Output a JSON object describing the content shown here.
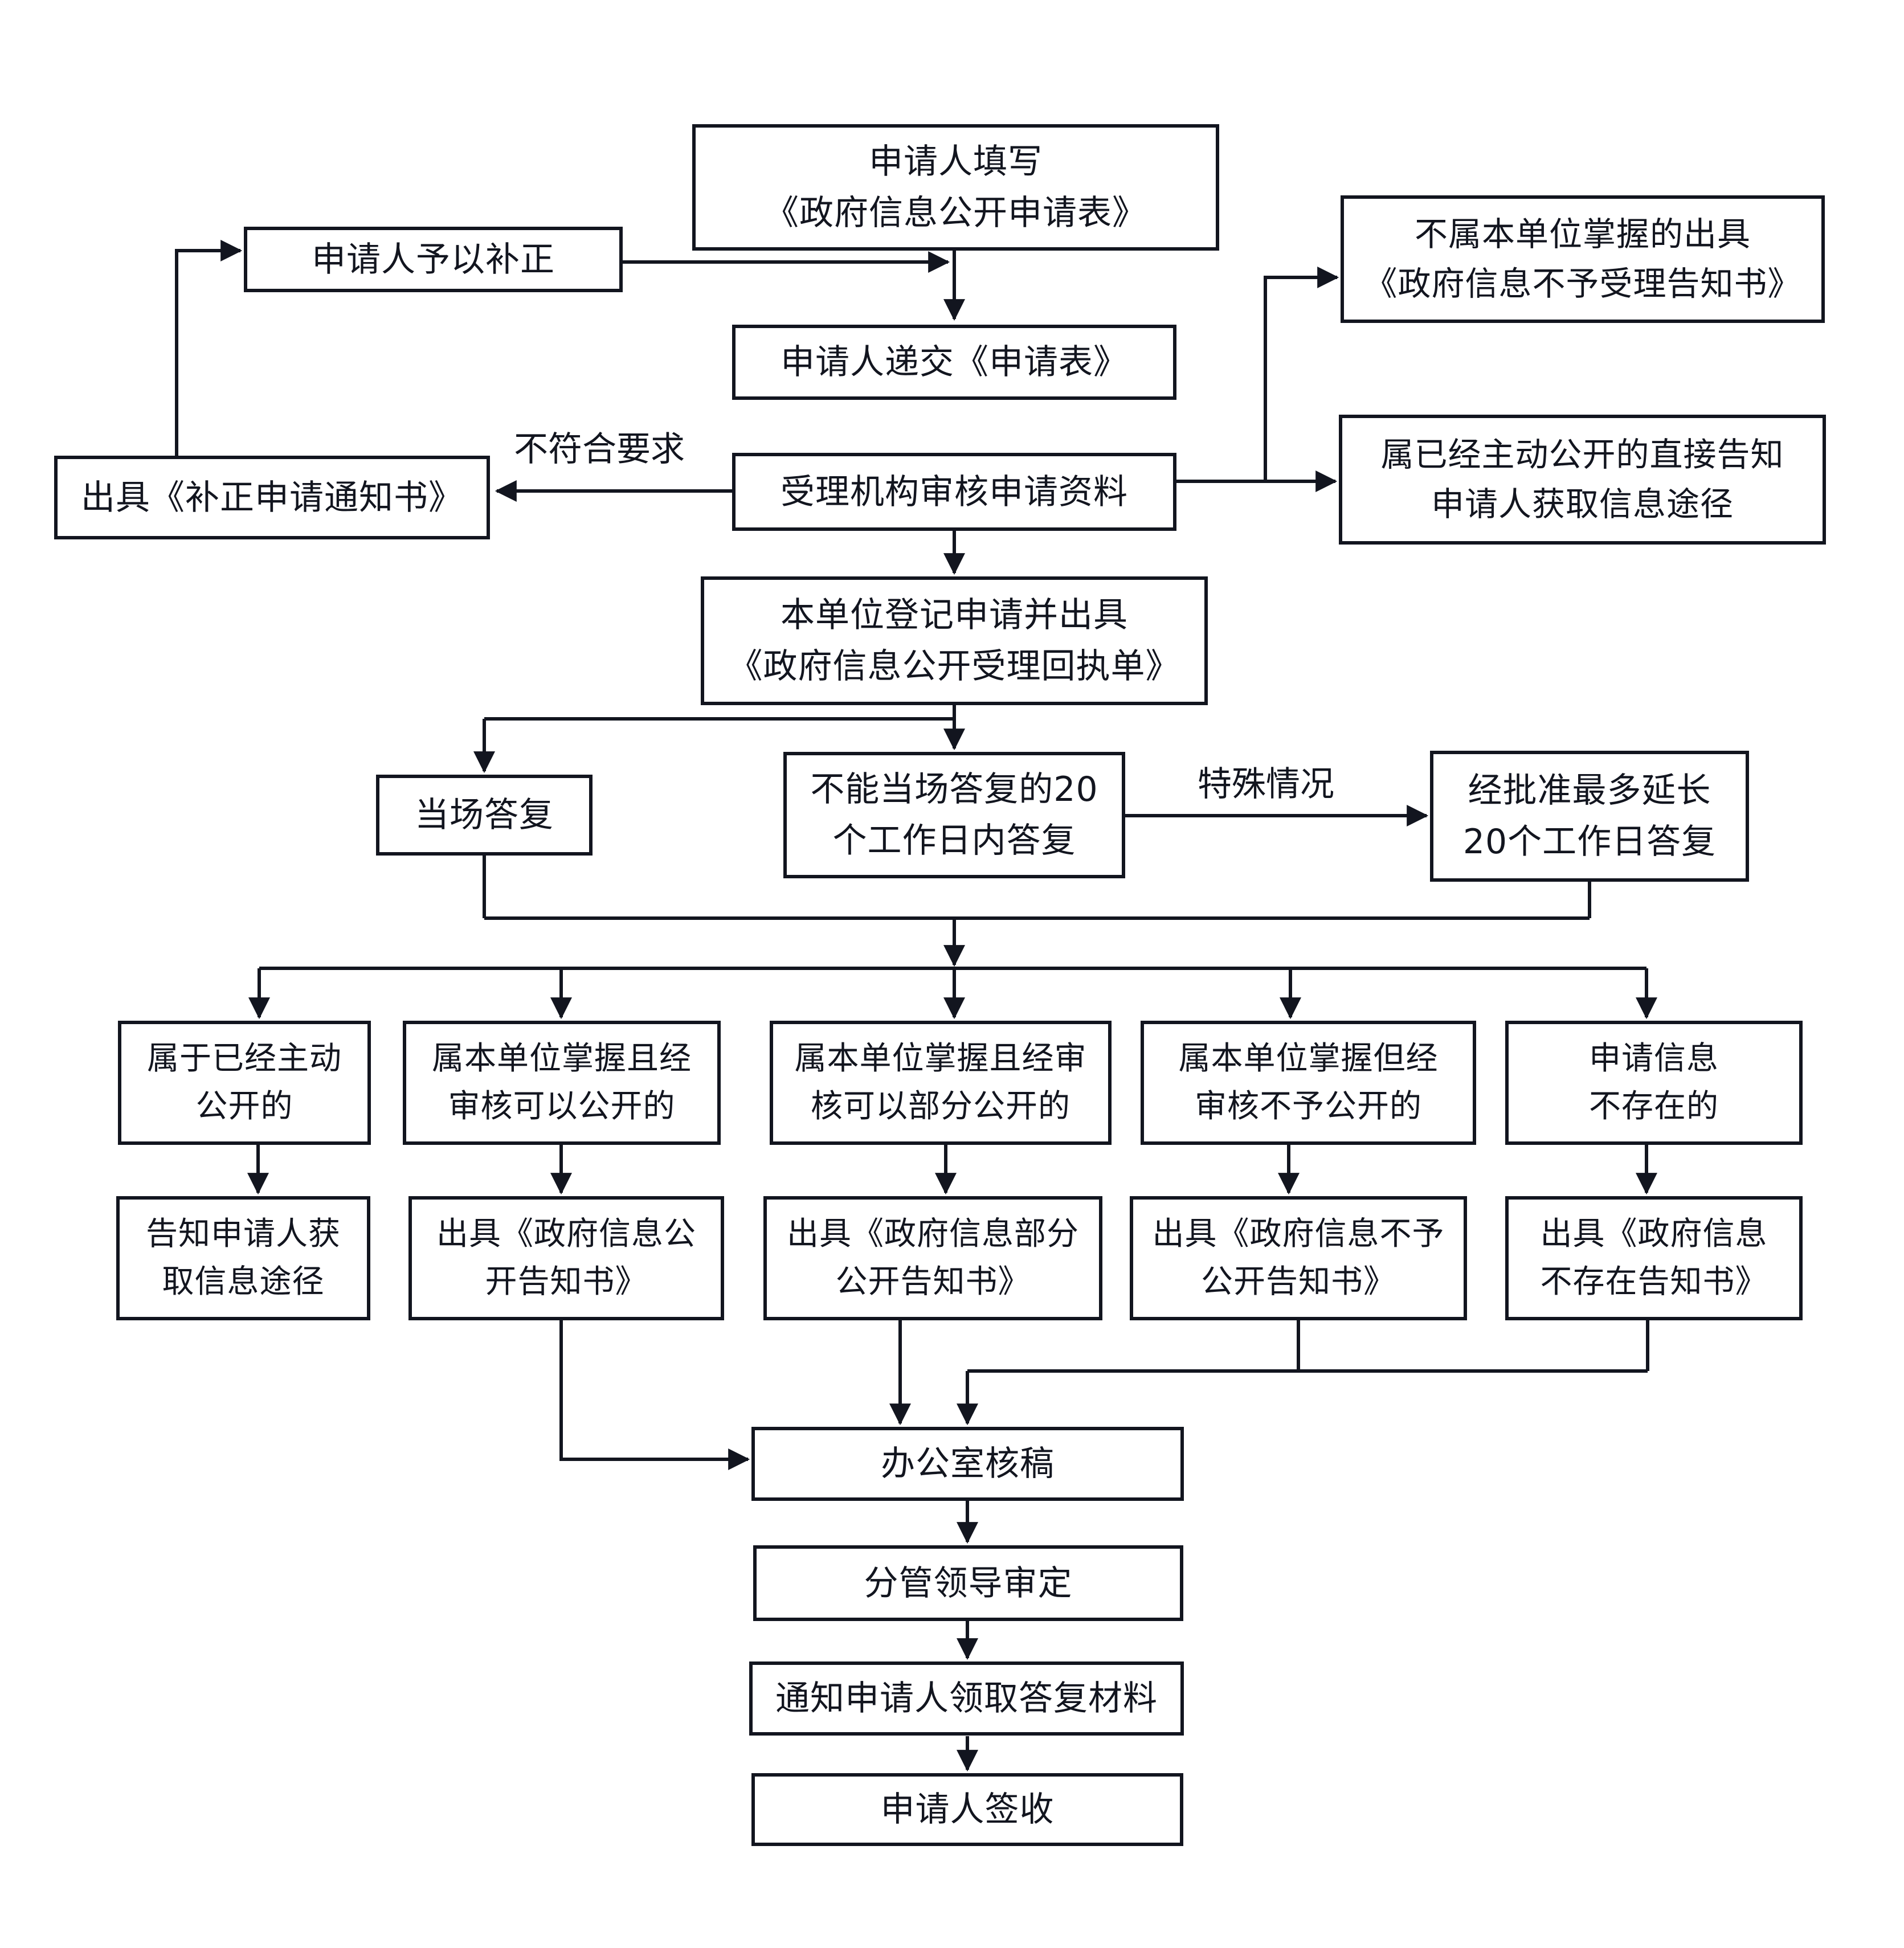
{
  "diagram_type": "flowchart",
  "colors": {
    "line": "#12151f",
    "background": "#ffffff"
  },
  "nodes": {
    "fill_form": "申请人填写\n《政府信息公开申请表》",
    "supplement": "申请人予以补正",
    "not_accept": "不属本单位掌握的出具\n《政府信息不予受理告知书》",
    "submit": "申请人递交《申请表》",
    "correction": "出具《补正申请通知书》",
    "review": "受理机构审核申请资料",
    "already_public": "属已经主动公开的直接告知\n申请人获取信息途径",
    "register": "本单位登记申请并出具\n《政府信息公开受理回执单》",
    "onspot": "当场答复",
    "within20": "不能当场答复的20\n个工作日内答复",
    "extend20": "经批准最多延长\n20个工作日答复",
    "br1": "属于已经主动\n公开的",
    "br2": "属本单位掌握且经\n审核可以公开的",
    "br3": "属本单位掌握且经审\n核可以部分公开的",
    "br4": "属本单位掌握但经\n审核不予公开的",
    "br5": "申请信息\n不存在的",
    "re1": "告知申请人获\n取信息途径",
    "re2": "出具《政府信息公\n开告知书》",
    "re3": "出具《政府信息部分\n公开告知书》",
    "re4": "出具《政府信息不予\n公开告知书》",
    "re5": "出具《政府信息\n不存在告知书》",
    "office": "办公室核稿",
    "leader": "分管领导审定",
    "notify": "通知申请人领取答复材料",
    "sign": "申请人签收"
  },
  "edge_labels": {
    "unqualified": "不符合要求",
    "special_case": "特殊情况"
  }
}
